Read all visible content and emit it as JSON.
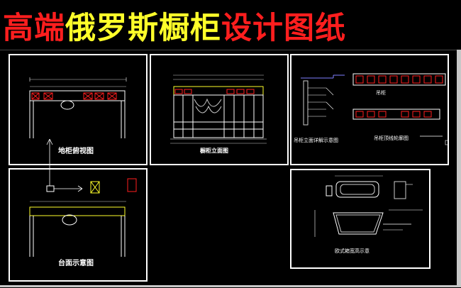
{
  "title": {
    "part1": "高端",
    "part2": "俄罗斯橱柜",
    "part3": "设计图纸"
  },
  "sheets": {
    "floor_cabinet": {
      "caption": "地柜俯视图"
    },
    "elevation": {
      "caption": "橱柜立面图"
    },
    "wall_cabinet_detail": {
      "caption": "吊柜立面详解示意图",
      "caption_top": "吊柜"
    },
    "wall_cabinet_profile": {
      "caption": "吊柜顶线轮廓图",
      "caption_top": "吊柜"
    },
    "countertop": {
      "caption": "台面示意图"
    },
    "sink": {
      "caption": "欧式箱宽高示意"
    }
  },
  "colors": {
    "red": "#ff1e1e",
    "yellow": "#ffff2a",
    "line": "#ffffff",
    "accent": "#7f7fff"
  }
}
